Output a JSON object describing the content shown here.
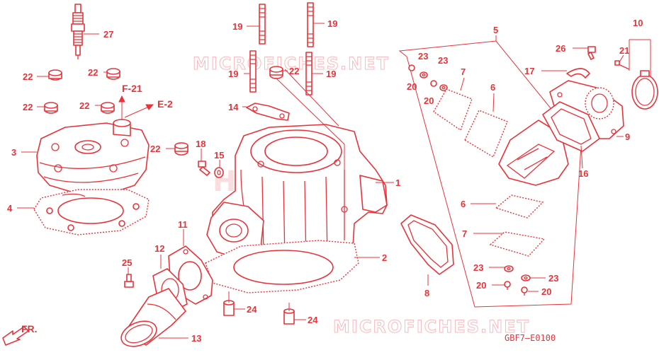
{
  "watermarks": {
    "top": "MICROFICHES.NET",
    "bottom": "MICROFICHES.NET",
    "brand": "HONDA"
  },
  "diagram_code": "GBF7–E0100",
  "refs": {
    "f21": "F-21",
    "e2": "E-2",
    "fr": "FR."
  },
  "callouts": [
    {
      "id": "c27",
      "text": "27"
    },
    {
      "id": "c22a",
      "text": "22"
    },
    {
      "id": "c22b",
      "text": "22"
    },
    {
      "id": "c22c",
      "text": "22"
    },
    {
      "id": "c22d",
      "text": "22"
    },
    {
      "id": "c3",
      "text": "3"
    },
    {
      "id": "c4",
      "text": "4"
    },
    {
      "id": "c19a",
      "text": "19"
    },
    {
      "id": "c19b",
      "text": "19"
    },
    {
      "id": "c19c",
      "text": "19"
    },
    {
      "id": "c19d",
      "text": "19"
    },
    {
      "id": "c22e",
      "text": "22"
    },
    {
      "id": "c14",
      "text": "14"
    },
    {
      "id": "c22f",
      "text": "22"
    },
    {
      "id": "c18",
      "text": "18"
    },
    {
      "id": "c15",
      "text": "15"
    },
    {
      "id": "c1",
      "text": "1"
    },
    {
      "id": "c2",
      "text": "2"
    },
    {
      "id": "c11",
      "text": "11"
    },
    {
      "id": "c12",
      "text": "12"
    },
    {
      "id": "c25",
      "text": "25"
    },
    {
      "id": "c24a",
      "text": "24"
    },
    {
      "id": "c24b",
      "text": "24"
    },
    {
      "id": "c13",
      "text": "13"
    },
    {
      "id": "c5",
      "text": "5"
    },
    {
      "id": "c23a",
      "text": "23"
    },
    {
      "id": "c23b",
      "text": "23"
    },
    {
      "id": "c20a",
      "text": "20"
    },
    {
      "id": "c20b",
      "text": "20"
    },
    {
      "id": "c7a",
      "text": "7"
    },
    {
      "id": "c6a",
      "text": "6"
    },
    {
      "id": "c26",
      "text": "26"
    },
    {
      "id": "c17",
      "text": "17"
    },
    {
      "id": "c21",
      "text": "21"
    },
    {
      "id": "c10",
      "text": "10"
    },
    {
      "id": "c9",
      "text": "9"
    },
    {
      "id": "c16",
      "text": "16"
    },
    {
      "id": "c6b",
      "text": "6"
    },
    {
      "id": "c7b",
      "text": "7"
    },
    {
      "id": "c8",
      "text": "8"
    },
    {
      "id": "c23c",
      "text": "23"
    },
    {
      "id": "c23d",
      "text": "23"
    },
    {
      "id": "c20c",
      "text": "20"
    },
    {
      "id": "c20d",
      "text": "20"
    }
  ],
  "colors": {
    "line": "#e8333a",
    "watermark": "#f4a5a8"
  }
}
